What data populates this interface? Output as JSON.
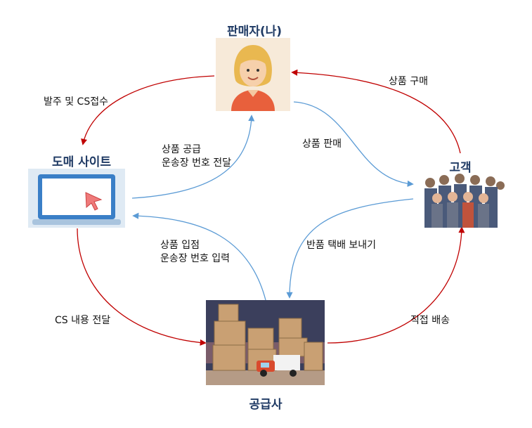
{
  "nodes": {
    "seller": {
      "title": "판매자(나)"
    },
    "wholesale": {
      "title": "도매 사이트"
    },
    "customer": {
      "title": "고객"
    },
    "supplier": {
      "title": "공급사"
    }
  },
  "edges": {
    "order_cs": {
      "label": "발주 및 CS접수"
    },
    "supply": {
      "line1": "상품 공급",
      "line2": "운송장 번호 전달"
    },
    "sell": {
      "label": "상품 판매"
    },
    "buy": {
      "label": "상품 구매"
    },
    "stock": {
      "line1": "상품 입점",
      "line2": "운송장 번호 입력"
    },
    "return": {
      "label": "반품 택배 보내기"
    },
    "cs_relay": {
      "label": "CS 내용 전달"
    },
    "direct_ship": {
      "label": "직접 배송"
    }
  },
  "colors": {
    "red_arrow": "#c00000",
    "blue_arrow": "#5b9bd5",
    "title": "#1f3a64"
  }
}
